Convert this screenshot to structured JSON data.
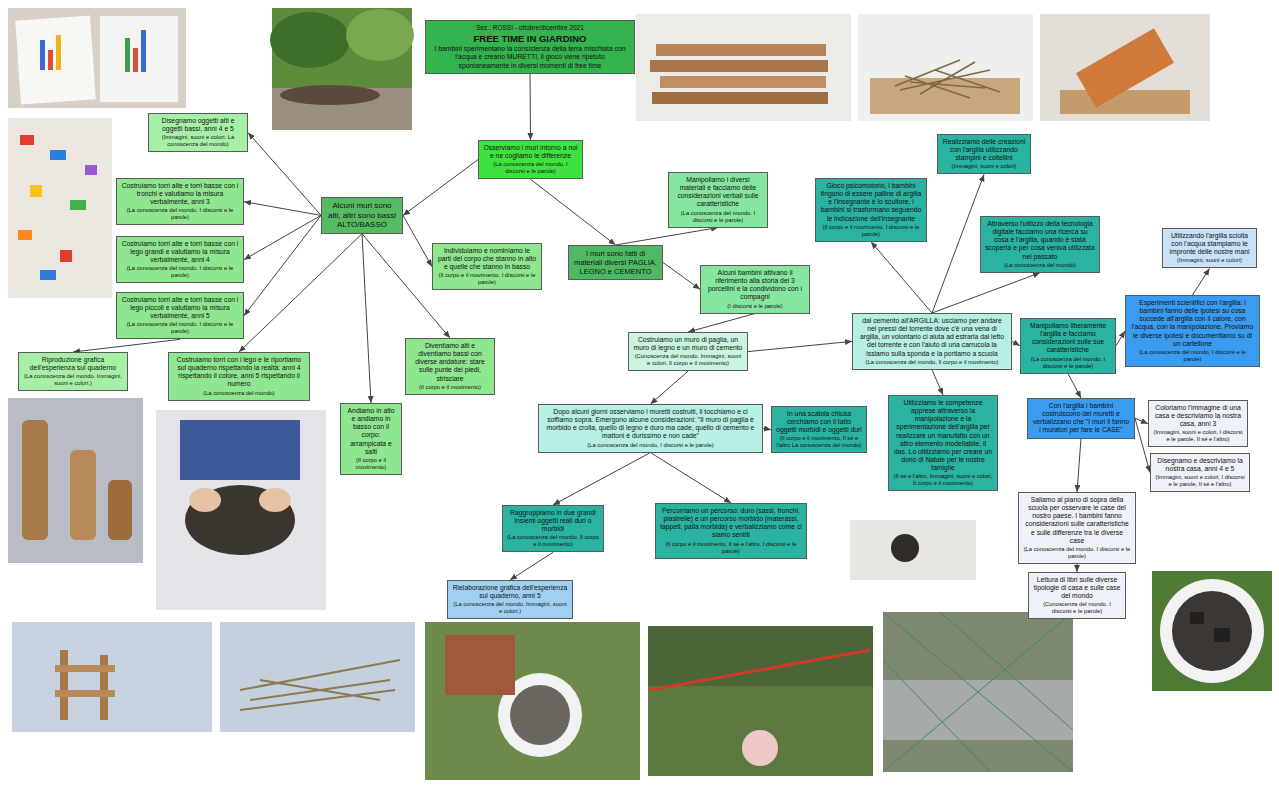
{
  "diagram": {
    "nodes": [
      {
        "text": [
          "Sez.: ROSSI - ottobre/dicembre 2021",
          "FREE TIME IN GIARDINO",
          "I bambini sperimentano la consistenza della terra mischiata con l'acqua e creano MURETTI, il gioco viene ripetuto spontaneamente in diversi momenti di free time"
        ]
      },
      {
        "text": [
          "Osserviamo i muri intorno a noi e ne cogliamo le differenze",
          "(La conoscenza del mondo, I discorsi e le parole)"
        ]
      },
      {
        "text": [
          "Alcuni muri sono alti, altri sono bassi ALTO/BASSO"
        ]
      },
      {
        "text": [
          "Disegnamo oggetti alti e oggetti bassi, anni 4 e 5",
          "(Immagini, suoni e colori. La conoscenza del mondo)"
        ]
      },
      {
        "text": [
          "Costruiamo torri alte e torri basse con i tronchi e valutiamo la misura verbalmente, anni 3",
          "(La conoscenza del mondo. I discorsi e le parole)"
        ]
      },
      {
        "text": [
          "Costruiamo torri alte e torri basse con i lego grandi e valutiamo la misura verbalmente, anni 4",
          "(La conoscenza del mondo. I discorsi e le parole)"
        ]
      },
      {
        "text": [
          "Costruiamo torri alte e torri basse con i lego piccoli e valutiamo la misura verbalmente, anni 5",
          "(La conoscenza del mondo. I discorsi e le parole)"
        ]
      },
      {
        "text": [
          "Riproduzione grafica dell'esperienza sul quaderno",
          "(La conoscenza del mondo. Immagini, suoni e colori.)"
        ]
      },
      {
        "text": [
          "Costruiamo torri con i lego e le riportiamo sul quaderno rispettando la realtà: anni 4 rispettando il colore, anni 5 rispettando il numero",
          "(La conoscenza del mondo)"
        ]
      },
      {
        "text": [
          "Andiamo in alto e andiamo in basso con il corpo: arrampicata e salti",
          "(Il corpo e il movimento)"
        ]
      },
      {
        "text": [
          "Diventiamo alti e diventiamo bassi con diverse andature: stare sulle punte dei piedi, strisciare",
          "(Il corpo e il movimento)"
        ]
      },
      {
        "text": [
          "Individuiamo e nominiamo le parti del corpo che stanno in alto e quelle che stanno in basso",
          "(Il corpo e il movimento. I discorsi e le parole)"
        ]
      },
      {
        "text": [
          "I muri sono fatti di materiali diversi PAGLIA, LEGNO e CEMENTO"
        ]
      },
      {
        "text": [
          "Manipoliamo i diversi materiali e facciamo delle considerazioni verbali sulle caratteristiche",
          "(La conoscenza del mondo. I discorsi e le parole)"
        ]
      },
      {
        "text": [
          "Alcuni bambini attivano il riferimento alla storia dei 3 porcellini e la condividono con i compagni",
          "(I discorsi e le parole)"
        ]
      },
      {
        "text": [
          "Costruiamo un muro di paglia, un muro di legno e un muro di cemento",
          "(Conoscenza del mondo. Immagini, suoni e colori. Il corpo e il movimento)"
        ]
      },
      {
        "text": [
          "Dopo alcuni giorni osserviamo i muretti costruiti, li tocchiamo e ci soffiamo sopra. Emergono alcune considerazioni: \"Il muro di paglia è morbido e crolla, quello di legno è duro ma cade, quello di cemento e mattoni è durissimo e non cade\"",
          "(La conoscenza del mondo, I discorsi e le parole)"
        ]
      },
      {
        "text": [
          "In una scatola chiusa cerchiamo con il tatto oggetti morbidi e oggetti duri",
          "(Il corpo e il movimento, Il sé e l'altro La conoscenza del mondo)"
        ]
      },
      {
        "text": [
          "Raggruppiamo in due grandi insiemi oggetti reali duri o morbidi",
          "(La conoscenza del mondo. Il corpo e il movimento)"
        ]
      },
      {
        "text": [
          "Rielaborazione grafica dell'esperienza sul quaderno, anni 5",
          "(La conoscenza del mondo. Immagini, suoni e colori.)"
        ]
      },
      {
        "text": [
          "Percorriamo un percorso: duro (sassi, tronchi, piastrelle) e un percorso morbido (materassi, tappeti, palla morbida) e verbalizziamo come ci siamo sentiti",
          "(Il corpo e il movimento, Il sé e l'altro, I discorsi e le parole)"
        ]
      },
      {
        "text": [
          "dal cemento all'ARGILLA: usciamo per andare nei pressi del torrente dove c'è una vena di argilla, un volontario ci aiuta ad estrarla dal letto del torrente e con l'aiuto di una carrucola la issiamo sulla sponda e la portiamo a scuola",
          "(La conoscenza del mondo, Il corpo e il movimento)"
        ]
      },
      {
        "text": [
          "Gioco psicomotorio, i bambini fingono di essere palline di argilla e l'insegnante è lo scultore, i bambini si trasformano seguendo le indicazione dell'insegnante",
          "(Il corpo e il movimento. I discorsi e le parole)"
        ]
      },
      {
        "text": [
          "Realizziamo delle creazioni con l'argilla utilizzando stampini e coltellini",
          "(Immagini, suoni e colori)"
        ]
      },
      {
        "text": [
          "Attraverso l'utilizzo della tecnologia digitale facciamo una ricerca su cosa è l'argilla, quando è stata scoperta e per cosa veniva utilizzata nel passato",
          "(La conoscenza del mondo)"
        ]
      },
      {
        "text": [
          "Utilizziamo le competenze apprese attraverso la manipolazione e la sperimentazione dell'argilla per realizzare un manufatto con un altro elemento modellabile, il das. Lo utilizziamo per creare un dono di Natale per le nostre famiglie",
          "(Il sé e l'altro, Immagini, suoni e colori, Il corpo e il movimento)"
        ]
      },
      {
        "text": [
          "Manipoliamo liberamente l'argilla e facciamo considerazioni sulle sue caratteristiche",
          "(La conoscenza del mondo, I discorsi e le parole)"
        ]
      },
      {
        "text": [
          "Esperimenti scientifici con l'argilla: i bambini fanno delle ipotesi su cosa succede all'argilla con il calore, con l'acqua, con la manipolazione. Proviamo le diverse ipotesi e documentiamo su di un cartellone",
          "(La conoscenza del mondo, I discorsi e le parole)"
        ]
      },
      {
        "text": [
          "Utilizzando l'argilla sciolta con l'acqua stampiamo le impronte delle nostre mani",
          "(Immagini, suoni e colori)"
        ]
      },
      {
        "text": [
          "Con l'argilla i bambini costruiscono dei muretti e verbalizzano che \"I muri li fanno i muratori per fare le CASE\""
        ]
      },
      {
        "text": [
          "Coloriamo l'immagine di una casa e descriviamo la nostra casa, anni 3",
          "(Immagini, suoni e colori, I discorsi e le parole, Il sé e l'altro)"
        ]
      },
      {
        "text": [
          "Disegnamo e descriviamo la nostra casa, anni 4 e 5",
          "(Immagini, suoni e colori, I discorsi e le parole, Il sé e l'altro)"
        ]
      },
      {
        "text": [
          "Saliamo al piano di sopra della scuola per osservare le case del nostro paese. I bambini fanno considerazioni sulle caratteristiche e sulle differenze tra le diverse case",
          "(La conoscenza del mondo. I discorsi e le parole)"
        ]
      },
      {
        "text": [
          "Lettura di libri sulle diverse tipologie di casa e sulle case del mondo",
          "(Conoscenza del mondo. I discorsi e le parole)"
        ]
      }
    ],
    "edges": [
      {
        "from": 0,
        "to": 1,
        "arrow": "to"
      },
      {
        "from": 1,
        "to": 2,
        "arrow": "to"
      },
      {
        "from": 1,
        "to": 12,
        "arrow": "to"
      },
      {
        "from": 2,
        "to": 3,
        "arrow": "to"
      },
      {
        "from": 2,
        "to": 4,
        "arrow": "to"
      },
      {
        "from": 2,
        "to": 5,
        "arrow": "to"
      },
      {
        "from": 2,
        "to": 6,
        "arrow": "to"
      },
      {
        "from": 6,
        "to": 7,
        "arrow": "to"
      },
      {
        "from": 2,
        "to": 8,
        "arrow": "to"
      },
      {
        "from": 2,
        "to": 9,
        "arrow": "to"
      },
      {
        "from": 2,
        "to": 10,
        "arrow": "to"
      },
      {
        "from": 2,
        "to": 11,
        "arrow": "to"
      },
      {
        "from": 12,
        "to": 13,
        "arrow": "to"
      },
      {
        "from": 12,
        "to": 14,
        "arrow": "to"
      },
      {
        "from": 14,
        "to": 15,
        "arrow": "to"
      },
      {
        "from": 15,
        "to": 16,
        "arrow": "to"
      },
      {
        "from": 15,
        "to": 21,
        "arrow": "to"
      },
      {
        "from": 16,
        "to": 17,
        "arrow": "to"
      },
      {
        "from": 16,
        "to": 18,
        "arrow": "to"
      },
      {
        "from": 16,
        "to": 20,
        "arrow": "to"
      },
      {
        "from": 18,
        "to": 19,
        "arrow": "to"
      },
      {
        "from": 21,
        "to": 22,
        "arrow": "to"
      },
      {
        "from": 21,
        "to": 23,
        "arrow": "to"
      },
      {
        "from": 21,
        "to": 24,
        "arrow": "to"
      },
      {
        "from": 21,
        "to": 25,
        "arrow": "to"
      },
      {
        "from": 21,
        "to": 26,
        "arrow": "to"
      },
      {
        "from": 26,
        "to": 27,
        "arrow": "to"
      },
      {
        "from": 27,
        "to": 28,
        "arrow": "to"
      },
      {
        "from": 26,
        "to": 29,
        "arrow": "to"
      },
      {
        "from": 29,
        "to": 30,
        "arrow": "to"
      },
      {
        "from": 29,
        "to": 31,
        "arrow": "to"
      },
      {
        "from": 29,
        "to": 32,
        "arrow": "to"
      },
      {
        "from": 32,
        "to": 33,
        "arrow": "to"
      }
    ]
  }
}
